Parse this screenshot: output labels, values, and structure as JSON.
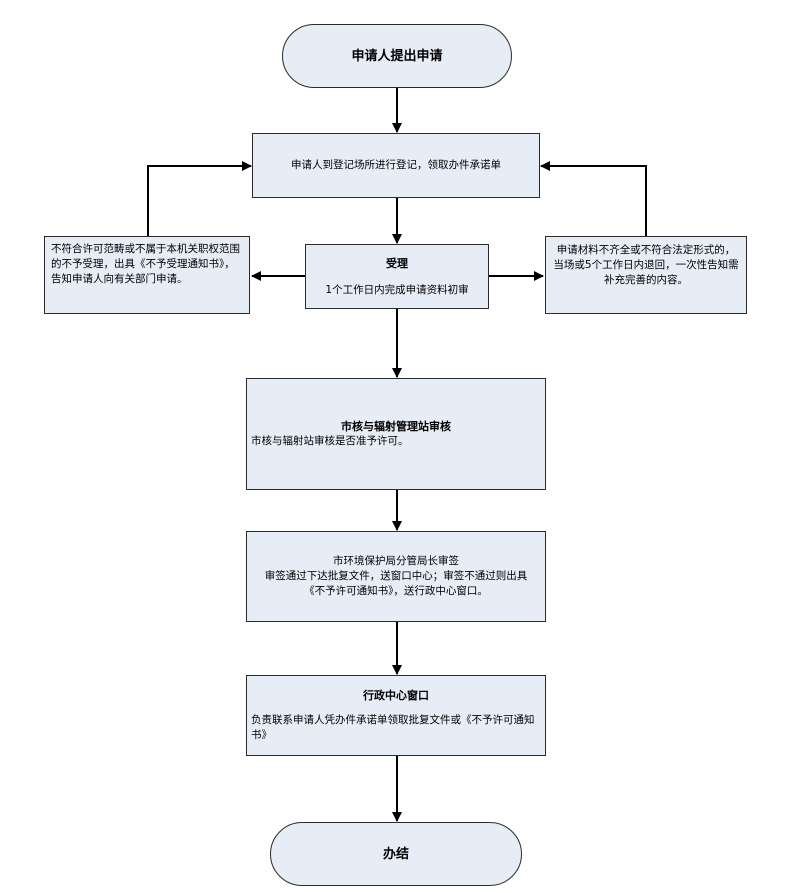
{
  "nodes": {
    "start": {
      "label": "申请人提出申请"
    },
    "register": {
      "label": "申请人到登记场所进行登记，领取办件承诺单"
    },
    "accept": {
      "title": "受理",
      "body": "1个工作日内完成申请资料初审"
    },
    "reject_left": {
      "text": "不符合许可范畴或不属于本机关职权范围的不予受理，出具《不予受理通知书》，告知申请人向有关部门申请。"
    },
    "supplement_right": {
      "text": "申请材料不齐全或不符合法定形式的，当场或5个工作日内退回，一次性告知需补充完善的内容。"
    },
    "review": {
      "title": "市核与辐射管理站审核",
      "body": "市核与辐射站审核是否准予许可。"
    },
    "sign": {
      "title": "市环境保护局分管局长审签",
      "body": "审签通过下达批复文件，送窗口中心；审签不通过则出具《不予许可通知书》，送行政中心窗口。"
    },
    "window": {
      "title": "行政中心窗口",
      "body": "负责联系申请人凭办件承诺单领取批复文件或《不予许可通知书》"
    },
    "end": {
      "label": "办结"
    }
  }
}
